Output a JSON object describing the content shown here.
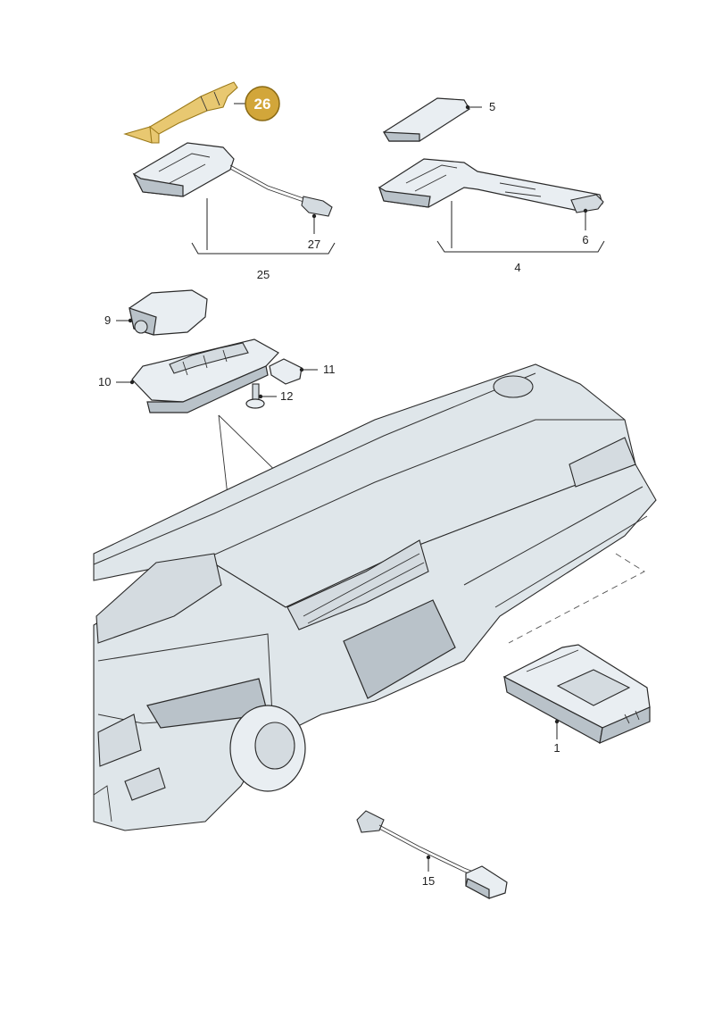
{
  "callouts": {
    "c1": "1",
    "c4": "4",
    "c5": "5",
    "c6": "6",
    "c9": "9",
    "c10": "10",
    "c11": "11",
    "c12": "12",
    "c15": "15",
    "c25": "25",
    "c26": "26",
    "c27": "27"
  },
  "colors": {
    "highlight": "#e8c871",
    "badge": "#d2a63a",
    "line": "#222222",
    "part": "#e9eef2"
  }
}
